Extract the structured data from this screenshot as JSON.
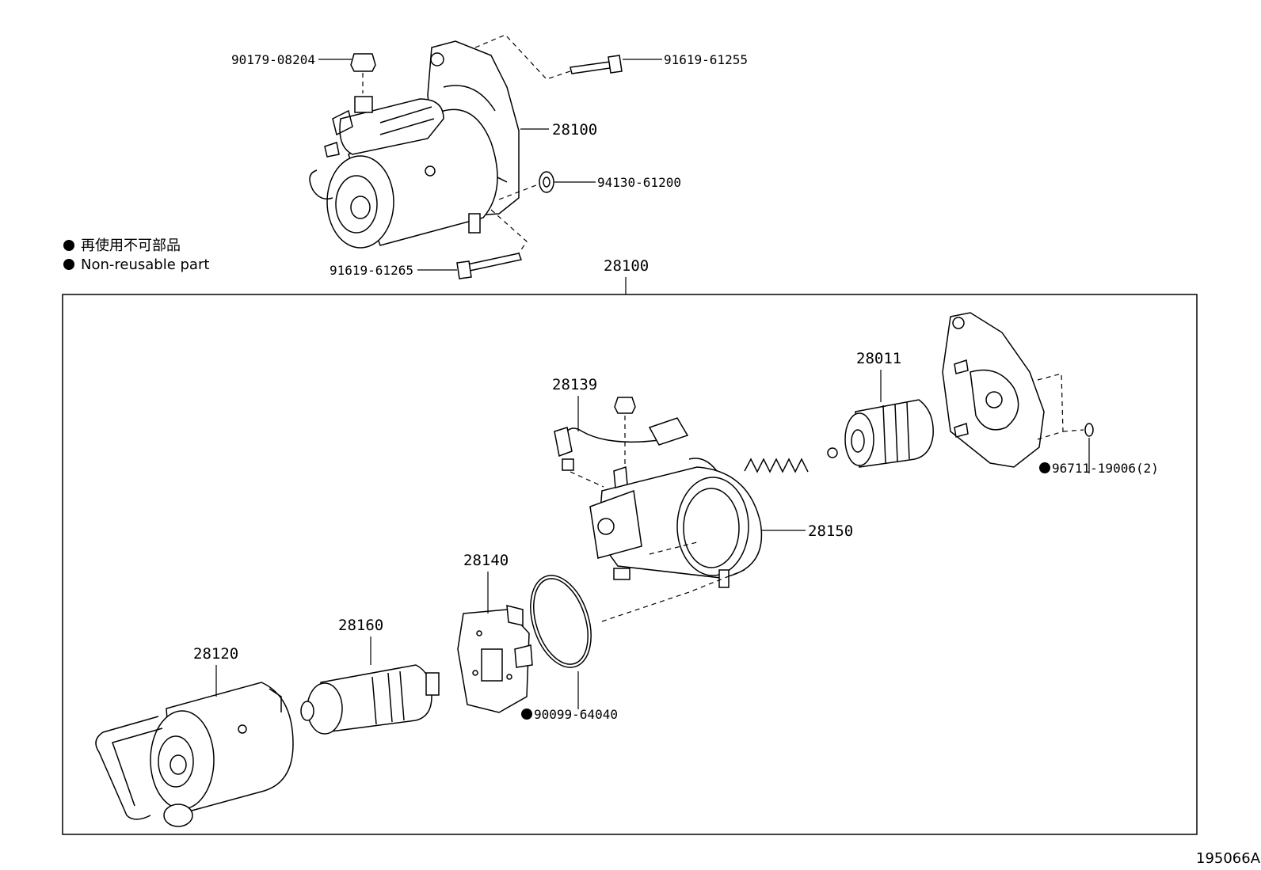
{
  "legend": {
    "line1": "再使用不可部品",
    "line2": "Non-reusable part"
  },
  "parts": {
    "p90179": "90179-08204",
    "p91619a": "91619-61255",
    "p28100_top": "28100",
    "p94130": "94130-61200",
    "p91619b": "91619-61265",
    "p28100_box": "28100",
    "p28139": "28139",
    "p28011": "28011",
    "p96711": "96711-19006(2)",
    "p28150": "28150",
    "p28140": "28140",
    "p28160": "28160",
    "p28120": "28120",
    "p90099": "90099-64040"
  },
  "figure_id": "195066A"
}
